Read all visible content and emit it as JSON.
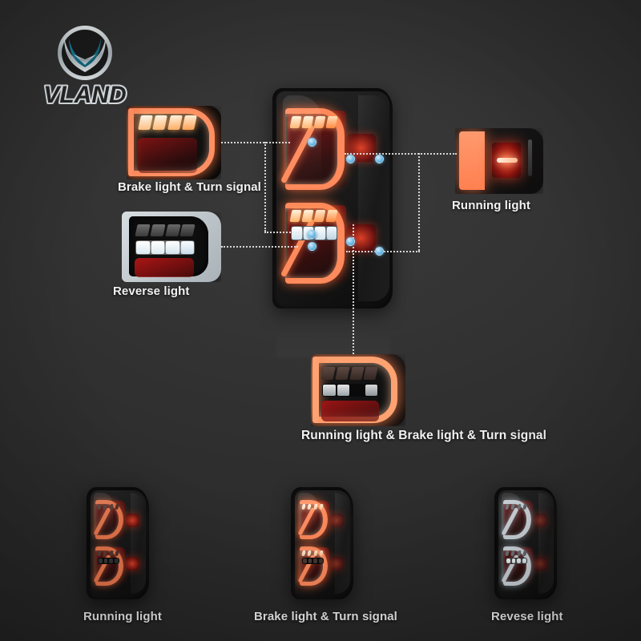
{
  "brand": {
    "name": "VLAND",
    "logo_colors": {
      "teal": "#15718a",
      "silver": "#c9d2d6",
      "dark": "#1d1d1d"
    }
  },
  "background_color": "#2f2f2f",
  "accent_dot_color": "#7cc3ea",
  "connector_line_color": "#e8e8e8",
  "callouts": [
    {
      "id": "brake-turn",
      "label": "Brake light & Turn signal",
      "position": "top-left"
    },
    {
      "id": "reverse",
      "label": "Reverse light",
      "position": "mid-left"
    },
    {
      "id": "running",
      "label": "Running light",
      "position": "right"
    },
    {
      "id": "running-brake-turn",
      "label": "Running light & Brake light & Turn signal",
      "position": "bottom-center"
    }
  ],
  "modes": [
    {
      "id": "mode-running",
      "label": "Running light"
    },
    {
      "id": "mode-brake-turn",
      "label": "Brake light & Turn signal"
    },
    {
      "id": "mode-reverse",
      "label": "Revese light"
    }
  ]
}
